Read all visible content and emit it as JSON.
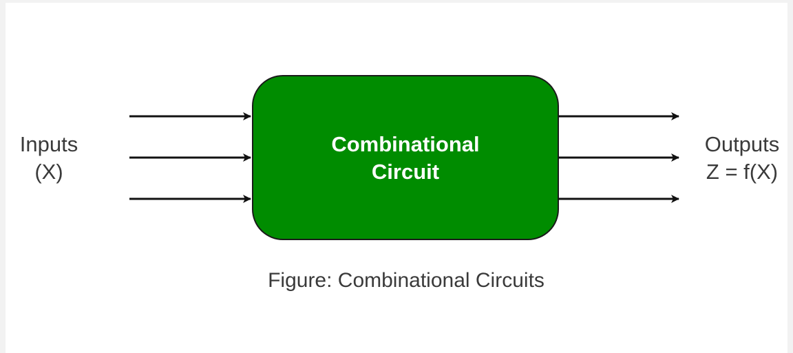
{
  "diagram": {
    "block": {
      "line1": "Combinational",
      "line2": "Circuit",
      "fill_color": "#008c00",
      "border_color": "#1a1a1a"
    },
    "inputs": {
      "line1": "Inputs",
      "line2": "(X)",
      "arrow_count": 3
    },
    "outputs": {
      "line1": "Outputs",
      "line2": "Z = f(X)",
      "arrow_count": 3
    },
    "caption": "Figure: Combinational Circuits",
    "text_color": "#3a3a3a",
    "arrow_color": "#111111"
  }
}
